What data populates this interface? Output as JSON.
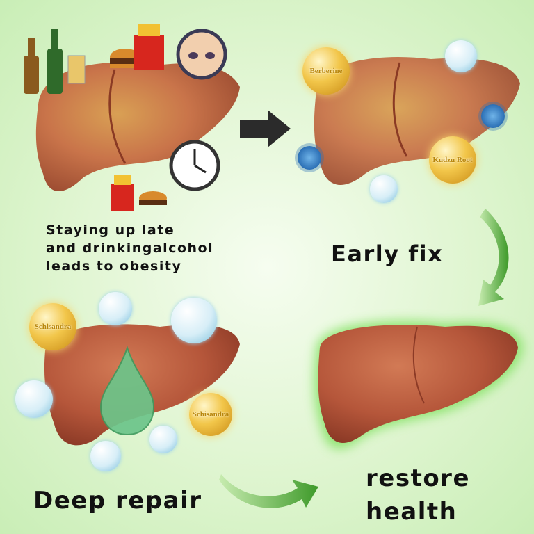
{
  "panels": {
    "cause": {
      "caption_lines": [
        "Staying up late",
        "and drinkingalcohol",
        "leads to obesity"
      ]
    },
    "early_fix": {
      "caption": "Early fix",
      "bubbles": [
        "Berberine",
        "Kudzu Root"
      ]
    },
    "deep_repair": {
      "caption": "Deep repair",
      "bubbles": [
        "Schisandra",
        "Schisandra"
      ]
    },
    "restore": {
      "caption_lines": [
        "restore",
        "health"
      ]
    }
  },
  "colors": {
    "background": "#dff5d0",
    "arrow_green": "#3e9a2a",
    "arrow_dark": "#2b2b2b",
    "liver_healthy": "#b5563a",
    "liver_fatty": "#c9744a"
  }
}
